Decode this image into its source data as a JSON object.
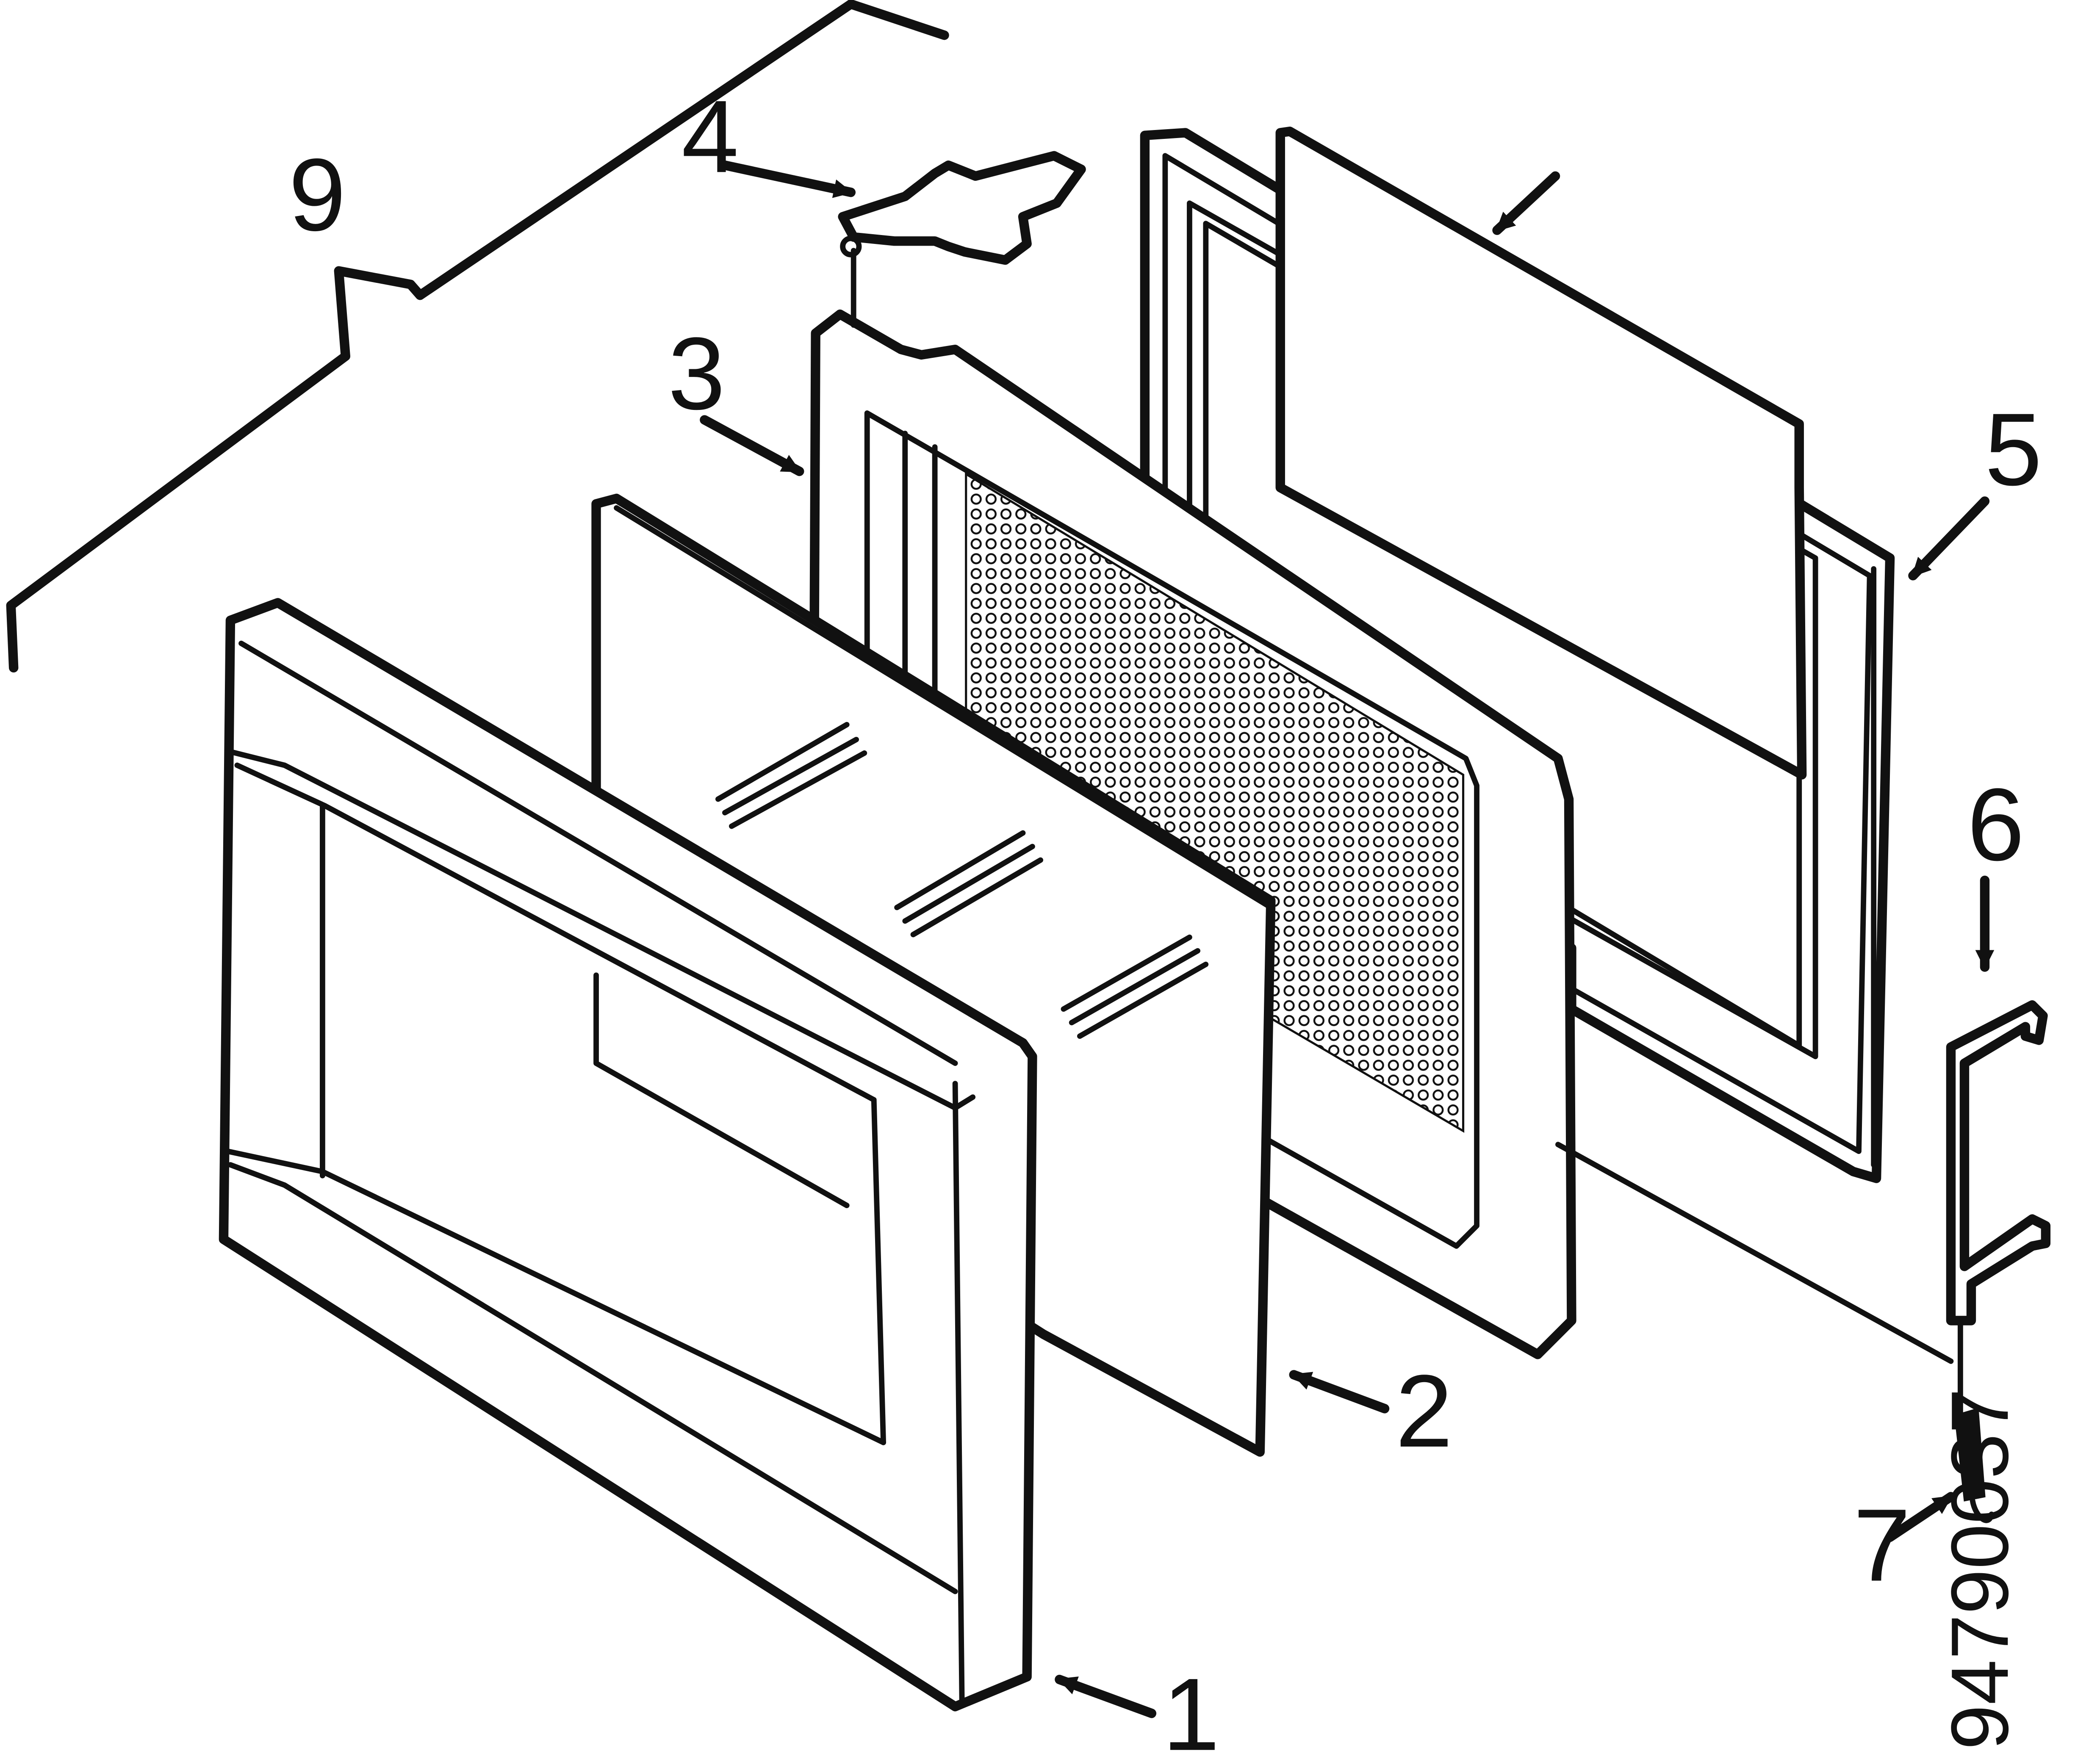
{
  "diagram": {
    "document_number": "94790037",
    "callouts": [
      {
        "id": "1",
        "label": "1"
      },
      {
        "id": "2",
        "label": "2"
      },
      {
        "id": "3",
        "label": "3"
      },
      {
        "id": "4",
        "label": "4"
      },
      {
        "id": "5",
        "label": "5"
      },
      {
        "id": "6",
        "label": "6"
      },
      {
        "id": "7",
        "label": "7"
      },
      {
        "id": "9",
        "label": "9"
      }
    ]
  }
}
